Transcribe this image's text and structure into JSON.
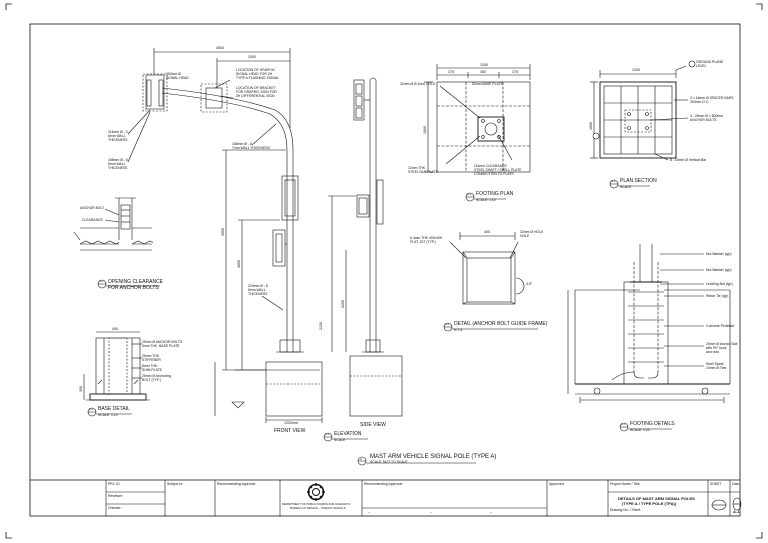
{
  "dims": {
    "top_4500": "4500",
    "top_2000": "2000",
    "plate_1250": "1250",
    "plate_375a": "375",
    "plate_450": "450",
    "plate_375b": "375",
    "plate_1000": "1000",
    "plan_1200": "1200",
    "plan_1000": "1000",
    "frame_400": "400",
    "elev_3000": "3000",
    "elev_3600": "3600",
    "side_3200": "3200",
    "side_2130": "2130",
    "fv_1200": "1200mm",
    "bd_400": "400",
    "bd_300": "300"
  },
  "callouts": {
    "signal_head": [
      "300mm Ø",
      "SIGNAL HEAD"
    ],
    "location_sign_a": [
      "LOCATION OF GRAPHIC",
      "SIGNAL HEAD FOR 2H",
      "TYPE A FLASHING SIGNAL"
    ],
    "location_sign_b": [
      "LOCATION OF BRACKET",
      "FOR GRAPHIC SIGN FOR",
      "2H DIFFERENTIAL SIGN"
    ],
    "arm_wall_a": [
      "114mm Ø - 3",
      "6mm WALL",
      "THICKNESS"
    ],
    "arm_wall_b": [
      "168mm Ø - 6",
      "7mm WALL THICKNESS"
    ],
    "arm_wall_c": [
      "168mm Ø - 6",
      "6mm WALL",
      "THICKNESS"
    ],
    "pole_wall": [
      "219mm Ø - 6",
      "6mm WALL",
      "THICKNESS"
    ],
    "anchor_bolt": "ANCHOR BOLT",
    "clearance": "CLEARANCE",
    "plate_hole": "32mm Ø Ø 1mm HOLE",
    "plate_thk": "52mm BASE PLATE",
    "plate_stiff": [
      "12mm THK",
      "STEEL NUT PLATE"
    ],
    "plate_clear": [
      "114mm CLEARANCE",
      "STEEL SHAFT / SHELL PLATE",
      "CONNECTION TO PLATE"
    ],
    "frame_plate": [
      "6.4mm THK 400×400",
      "PLAT JOT (TYP.)"
    ],
    "frame_hole": [
      "32mm Ø HOLE",
      "HOLE"
    ],
    "frame_rad": "4.5°",
    "plan_grd": [
      "GROUND PLANE",
      "LEVEL"
    ],
    "plan_bars": [
      "3 × 16mm Ø SPACER BARS",
      "300mm O.C."
    ],
    "plan_bolts": [
      "4 - 25mm Ø × 800mm",
      "ANCHOR BOLTS"
    ],
    "plan_vert": "8 - 16mm Ø Vertical Bar",
    "ftg_1": "Nut Washer (typ)",
    "ftg_2": "Nut Washer (typ)",
    "ftg_3": "Leveling Nut (typ)",
    "ftg_4": "Rebar Tie (typ)",
    "ftg_5": "Concrete Pedestal",
    "ftg_6": [
      "25mm Ø Anchor Bolt",
      "with 90° hook",
      "and nuts"
    ],
    "ftg_7": [
      "Steel Spiral",
      "10mm Ø Ties"
    ],
    "bd_1": [
      "25mm Ø ANCHOR BOLTS",
      "6mm THK. BASE PLATE"
    ],
    "bd_2": [
      "25mm THK",
      "STIFFENER"
    ],
    "bd_3": [
      "8mm THK.",
      "SHIM PLATE"
    ],
    "bd_4": [
      "25mm Ø Anchoring",
      "BOLT (TYP.)"
    ]
  },
  "titles": {
    "opening_num": "A-1",
    "opening": "OPENING CLEARANCE",
    "opening_sub": "FOR ANCHOR BOLTS",
    "base_num": "A-1",
    "base": "BASE DETAIL",
    "base_scale": "SCALE: 1:10",
    "footing_plan_num": "A-1",
    "footing_plan": "FOOTING PLAN",
    "footing_plan_scale": "SCALE: 1:10",
    "plan_section_num": "A-1",
    "plan_section": "PLAN SECTION",
    "plan_section_scale": "SCALE",
    "detail_num": "A-1",
    "detail": "DETAIL (ANCHOR BOLT GUIDE FRAME)",
    "detail_scale": "N.T.S",
    "footing_details_num": "A-1",
    "footing_details": "FOOTING DETAILS",
    "footing_details_scale": "SCALE: 1:20",
    "front": "FRONT VIEW",
    "side": "SIDE VIEW",
    "elev_num": "A-1",
    "elevation": "ELEVATION",
    "elev_scale": "SCALE",
    "main_num": "A",
    "main": "MAST ARM VEHICLE SIGNAL POLE (TYPE A)",
    "main_scale": "SCALE: NOT TO SCALE"
  },
  "titleblock": {
    "c1_top": "PRJ. ID",
    "c1_mid": "Reviewer:",
    "c1_bot": "Checker:",
    "c2": "Subject to:",
    "c3": "Recommending Approval:",
    "agency_1": "DEPARTMENT OF PUBLIC WORKS AND HIGHWAYS",
    "agency_2": "BUREAU OF DESIGN – TRAFFIC SIGNALS",
    "c5": "Recommending Approval:",
    "c6": "Approved:",
    "c7": "Project Name / Title",
    "sheet_title_1": "DETAILS OF MAST ARM SIGNAL POLES",
    "sheet_title_2": "(TYPE A / TYPE POLE (TPA))",
    "sheet_sub": "Drawing No. / Sheet",
    "c9": "SHEET",
    "c10": "Date",
    "sheet_no": "A-1",
    "foot1": "--",
    "foot2": "--",
    "foot3": "--"
  },
  "icons": [
    "north-arrow-icon",
    "dpwh-seal-icon",
    "section-marker-icon"
  ]
}
